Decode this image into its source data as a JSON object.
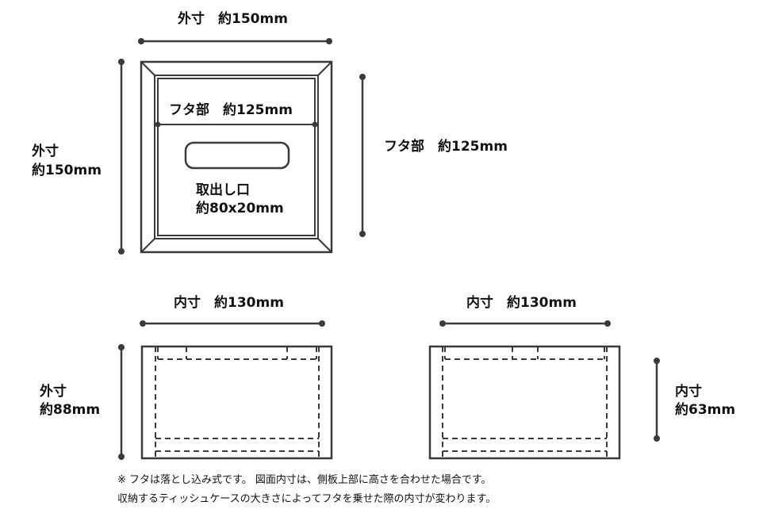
{
  "top_view": {
    "outer_width_label": "外寸　約150mm",
    "outer_height_label_1": "外寸",
    "outer_height_label_2": "約150mm",
    "lid_label_inside": "フタ部　約125mm",
    "lid_label_right": "フタ部　約125mm",
    "opening_label_1": "取出し口",
    "opening_label_2": "約80x20mm"
  },
  "side_view_left": {
    "inner_width_label": "内寸　約130mm",
    "outer_height_label_1": "外寸",
    "outer_height_label_2": "約88mm"
  },
  "side_view_right": {
    "inner_width_label": "内寸　約130mm",
    "inner_height_label_1": "内寸",
    "inner_height_label_2": "約63mm"
  },
  "notes": {
    "line1": "※ フタは落とし込み式です。 図面内寸は、側板上部に高さを合わせた場合です。",
    "line2": "収納するティッシュケースの大きさによってフタを乗せた際の内寸が変わります。"
  },
  "colors": {
    "line": "#3a3a3a",
    "text": "#111111"
  }
}
